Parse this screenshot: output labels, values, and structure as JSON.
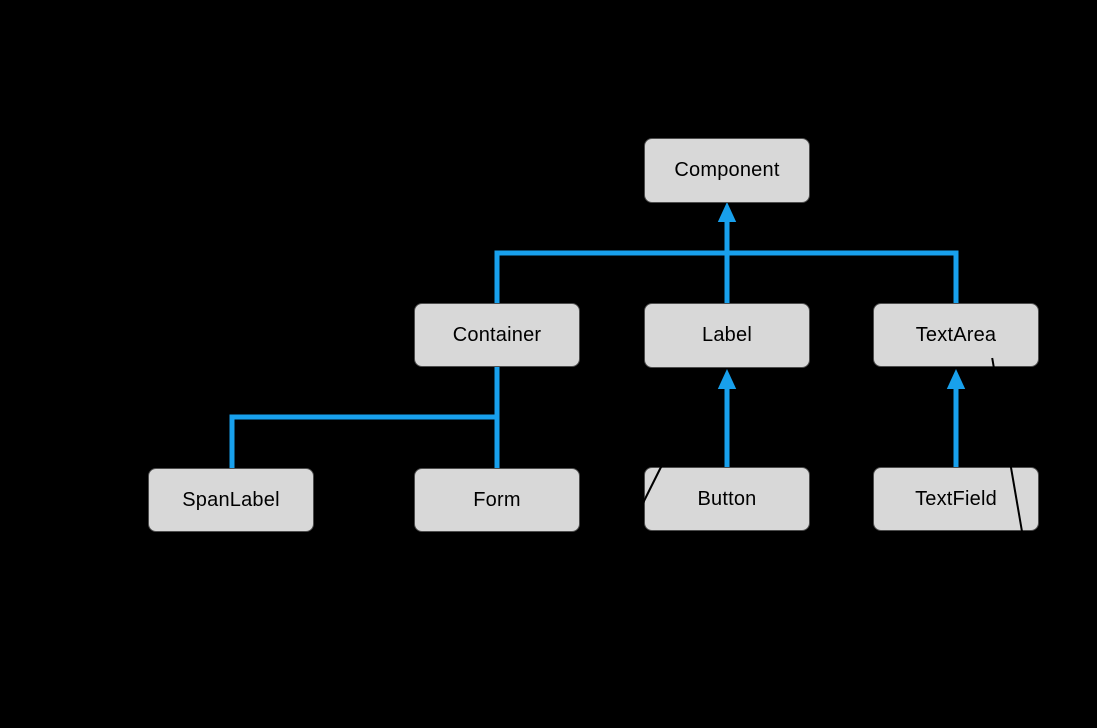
{
  "diagram": {
    "type": "class-hierarchy-tree",
    "background": "#000000",
    "nodes": {
      "component": {
        "label": "Component"
      },
      "container": {
        "label": "Container"
      },
      "label": {
        "label": "Label"
      },
      "textarea": {
        "label": "TextArea"
      },
      "spanlabel": {
        "label": "SpanLabel"
      },
      "form": {
        "label": "Form"
      },
      "button": {
        "label": "Button"
      },
      "textfield": {
        "label": "TextField"
      }
    },
    "edges": [
      {
        "from": "Container",
        "to": "Component",
        "style": "orthogonal",
        "arrowhead_at": "Component"
      },
      {
        "from": "Label",
        "to": "Component",
        "style": "orthogonal",
        "arrowhead_at": "Component"
      },
      {
        "from": "TextArea",
        "to": "Component",
        "style": "orthogonal",
        "arrowhead_at": "Component"
      },
      {
        "from": "SpanLabel",
        "to": "Container",
        "style": "orthogonal",
        "arrowhead_at": "none"
      },
      {
        "from": "Form",
        "to": "Container",
        "style": "orthogonal",
        "arrowhead_at": "none"
      },
      {
        "from": "Button",
        "to": "Label",
        "style": "straight",
        "arrowhead_at": "Label"
      },
      {
        "from": "TextField",
        "to": "TextArea",
        "style": "straight",
        "arrowhead_at": "TextArea"
      }
    ],
    "colors": {
      "connector_blue": "#18A0EC",
      "node_fill": "#D8D8D8",
      "node_border": "#4D4D4D",
      "node_text": "#000000",
      "stray_line": "#000000"
    }
  }
}
